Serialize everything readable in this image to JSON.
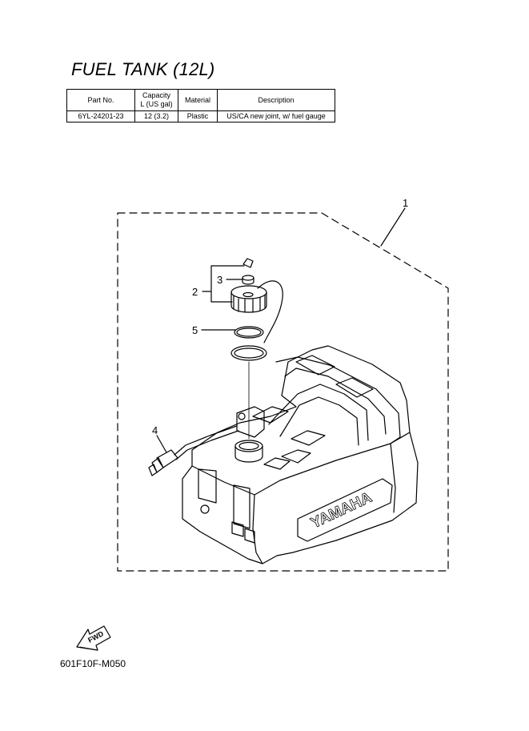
{
  "title": "FUEL TANK (12L)",
  "spec_table": {
    "headers": [
      "Part No.",
      "Capacity",
      "L (US gal)",
      "Material",
      "Description"
    ],
    "row": [
      "6YL-24201-23",
      "12 (3.2)",
      "Plastic",
      "US/CA new joint, w/ fuel gauge"
    ]
  },
  "callouts": [
    "1",
    "2",
    "3",
    "4",
    "5"
  ],
  "brand_text": "YAMAHA",
  "fwd_text": "FWD",
  "diagram_code": "601F10F-M050"
}
